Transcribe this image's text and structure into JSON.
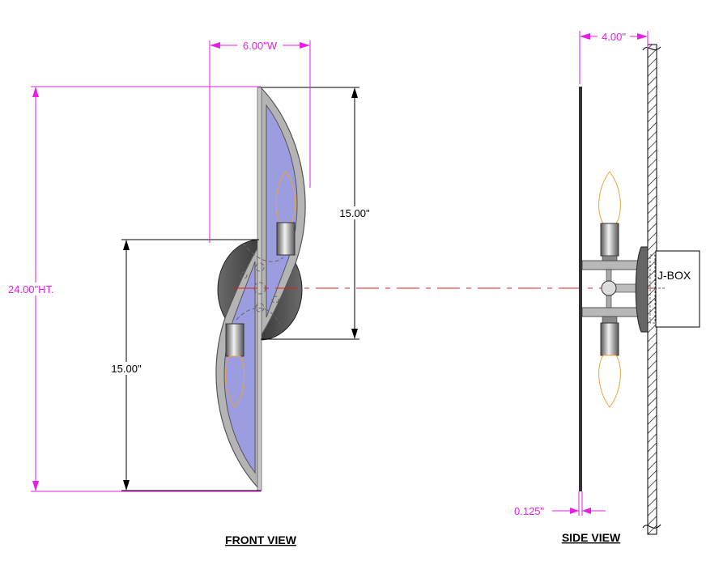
{
  "dimensions": {
    "width": "6.00\"W",
    "height": "24.00\"HT.",
    "upper_section": "15.00\"",
    "lower_section": "15.00\"",
    "depth": "4.00\"",
    "plate_thickness": "0.125\""
  },
  "labels": {
    "jbox": "J-BOX",
    "front_view": "FRONT VIEW",
    "side_view": "SIDE VIEW"
  },
  "colors": {
    "dimension_lines": "#e61ee6",
    "shade_fill": "#9c9ce0",
    "frame_gray": "#b4b4b4",
    "bulb_outline": "#e8a33a",
    "centerline": "#e02020"
  }
}
